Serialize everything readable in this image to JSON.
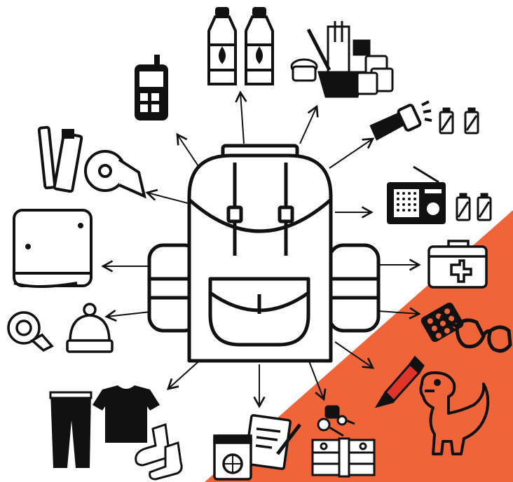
{
  "colors": {
    "background": "#ffffff",
    "ink": "#111111",
    "accent_triangle": "#f0643a",
    "tag_red": "#e0342a"
  },
  "diagram": {
    "center": "backpack-icon",
    "items": [
      {
        "id": "water-bottles",
        "icon": "water-bottles-icon"
      },
      {
        "id": "cooking-kit",
        "icon": "cooking-kit-icon"
      },
      {
        "id": "flashlight",
        "icon": "flashlight-icon"
      },
      {
        "id": "flashlight-batteries",
        "icon": "batteries-icon"
      },
      {
        "id": "radio",
        "icon": "radio-icon"
      },
      {
        "id": "radio-batteries",
        "icon": "batteries-icon"
      },
      {
        "id": "first-aid",
        "icon": "first-aid-kit-icon"
      },
      {
        "id": "medicine",
        "icon": "pill-blister-icon"
      },
      {
        "id": "glasses",
        "icon": "glasses-icon"
      },
      {
        "id": "crayon",
        "icon": "crayon-icon"
      },
      {
        "id": "toy",
        "icon": "toy-dinosaur-icon"
      },
      {
        "id": "keys-and-money",
        "icon": "keys-money-icon"
      },
      {
        "id": "documents",
        "icon": "documents-passport-icon"
      },
      {
        "id": "clothes",
        "icon": "clothes-icon"
      },
      {
        "id": "socks",
        "icon": "socks-icon"
      },
      {
        "id": "warm-wear",
        "icon": "scarf-hat-icon"
      },
      {
        "id": "blanket",
        "icon": "blanket-icon"
      },
      {
        "id": "hygiene",
        "icon": "toiletries-icon"
      },
      {
        "id": "phone",
        "icon": "mobile-phone-icon"
      }
    ]
  }
}
